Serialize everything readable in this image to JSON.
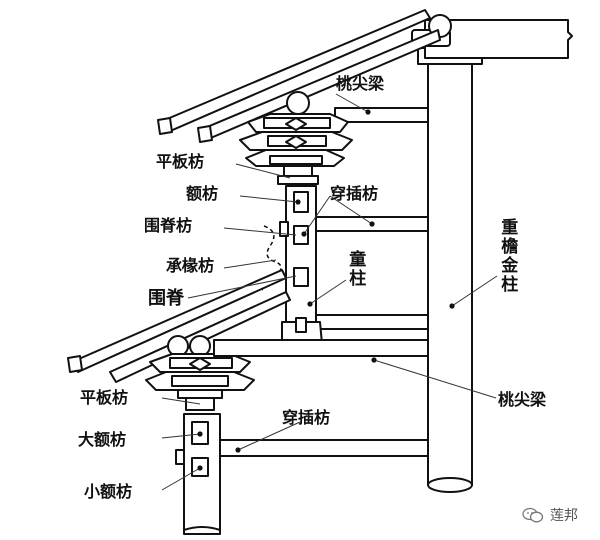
{
  "labels": {
    "tiaojianliang_top": "桃尖梁",
    "pingbanfang_top": "平板枋",
    "efang": "额枋",
    "chuanchafang_top": "穿插枋",
    "weijifang": "围脊枋",
    "chengchuanfang": "承椽枋",
    "weiji": "围脊",
    "tongzhu": "童柱",
    "chongyanjinzhu": "重檐金柱",
    "tiaojianliang_bottom": "桃尖梁",
    "pingbanfang_bottom": "平板枋",
    "chuanchafang_bottom": "穿插枋",
    "daefang": "大额枋",
    "xiaoefang": "小额枋"
  },
  "watermark": {
    "text": "莲邦",
    "icon": "wechat-icon"
  },
  "colors": {
    "line": "#111111",
    "fill": "#ffffff"
  }
}
